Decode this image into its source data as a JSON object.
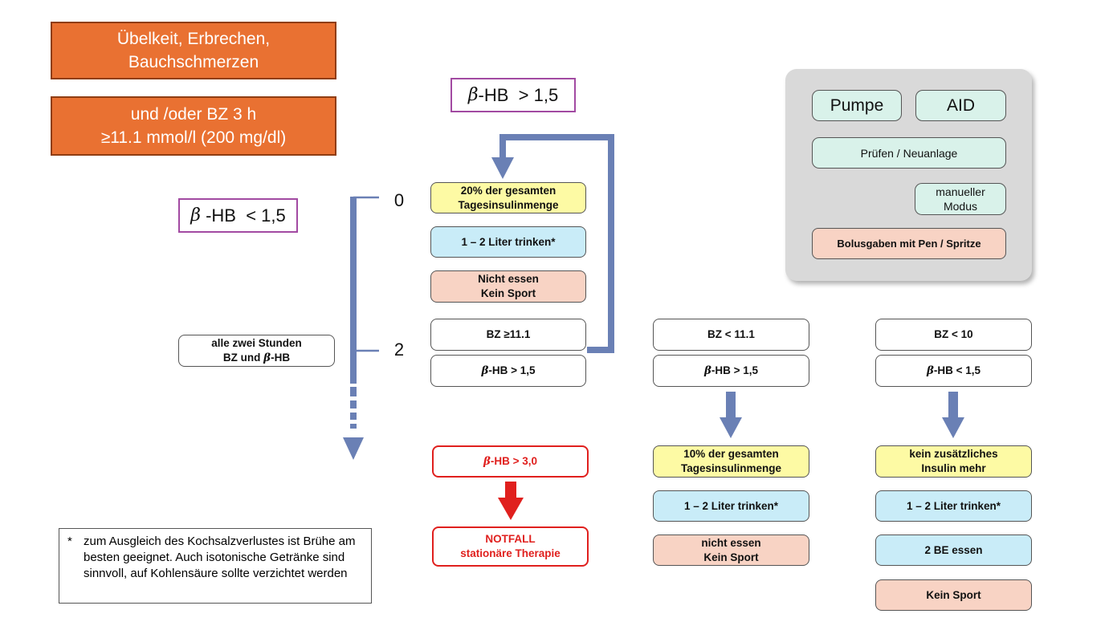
{
  "symptoms": {
    "line1": "Übelkeit, Erbrechen,",
    "line2": "Bauchschmerzen"
  },
  "bz_condition": {
    "line1": "und /oder BZ 3 h",
    "line2": "≥11.1 mmol/l (200 mg/dl)"
  },
  "beta_low_label": {
    "symbol": "β",
    "text": " -HB  < 1,5"
  },
  "beta_high_label": {
    "symbol": "β",
    "text": "-HB  > 1,5"
  },
  "timeline": {
    "tick0": "0",
    "tick2": "2"
  },
  "check_interval": {
    "line1": "alle zwei Stunden",
    "line2_prefix": "BZ und ",
    "line2_symbol": "β",
    "line2_suffix": "-HB"
  },
  "column1": {
    "insulin": {
      "line1": "20% der gesamten",
      "line2": "Tagesinsulinmenge"
    },
    "drink": "1 – 2 Liter trinken*",
    "food": {
      "line1": "Nicht essen",
      "line2": "Kein Sport"
    },
    "bz": "BZ ≥11.1",
    "beta": {
      "symbol": "β",
      "text": "-HB > 1,5"
    }
  },
  "emergency": {
    "beta": {
      "symbol": "β",
      "text": "-HB > 3,0"
    },
    "notfall": {
      "line1": "NOTFALL",
      "line2": "stationäre Therapie"
    }
  },
  "column2": {
    "bz": "BZ < 11.1",
    "beta": {
      "symbol": "β",
      "text": "-HB > 1,5"
    },
    "insulin": {
      "line1": "10% der gesamten",
      "line2": "Tagesinsulinmenge"
    },
    "drink": "1 – 2 Liter trinken*",
    "food": {
      "line1": "nicht essen",
      "line2": "Kein Sport"
    }
  },
  "column3": {
    "bz": "BZ < 10",
    "beta": {
      "symbol": "β",
      "text": "-HB < 1,5"
    },
    "insulin": {
      "line1": "kein zusätzliches",
      "line2": "Insulin mehr"
    },
    "drink": "1 – 2 Liter trinken*",
    "eat": "2 BE essen",
    "sport": "Kein Sport"
  },
  "pump_panel": {
    "pumpe": "Pumpe",
    "aid": "AID",
    "check": "Prüfen / Neuanlage",
    "manual": {
      "line1": "manueller",
      "line2": "Modus"
    },
    "bolus": "Bolusgaben mit Pen / Spritze"
  },
  "footnote": {
    "star": "*",
    "text": "zum Ausgleich des Kochsalzverlustes ist Brühe am besten geeignet. Auch isotonische Getränke sind sinnvoll, auf Kohlensäure sollte verzichtet werden"
  },
  "colors": {
    "arrow_blue": "#6a80b5",
    "alert_red": "#e0201e",
    "orange": "#e97132",
    "yellow": "#fdfaa4",
    "light_blue": "#c9ecf8",
    "pink": "#f8d3c4",
    "mint": "#d9f2ea"
  }
}
